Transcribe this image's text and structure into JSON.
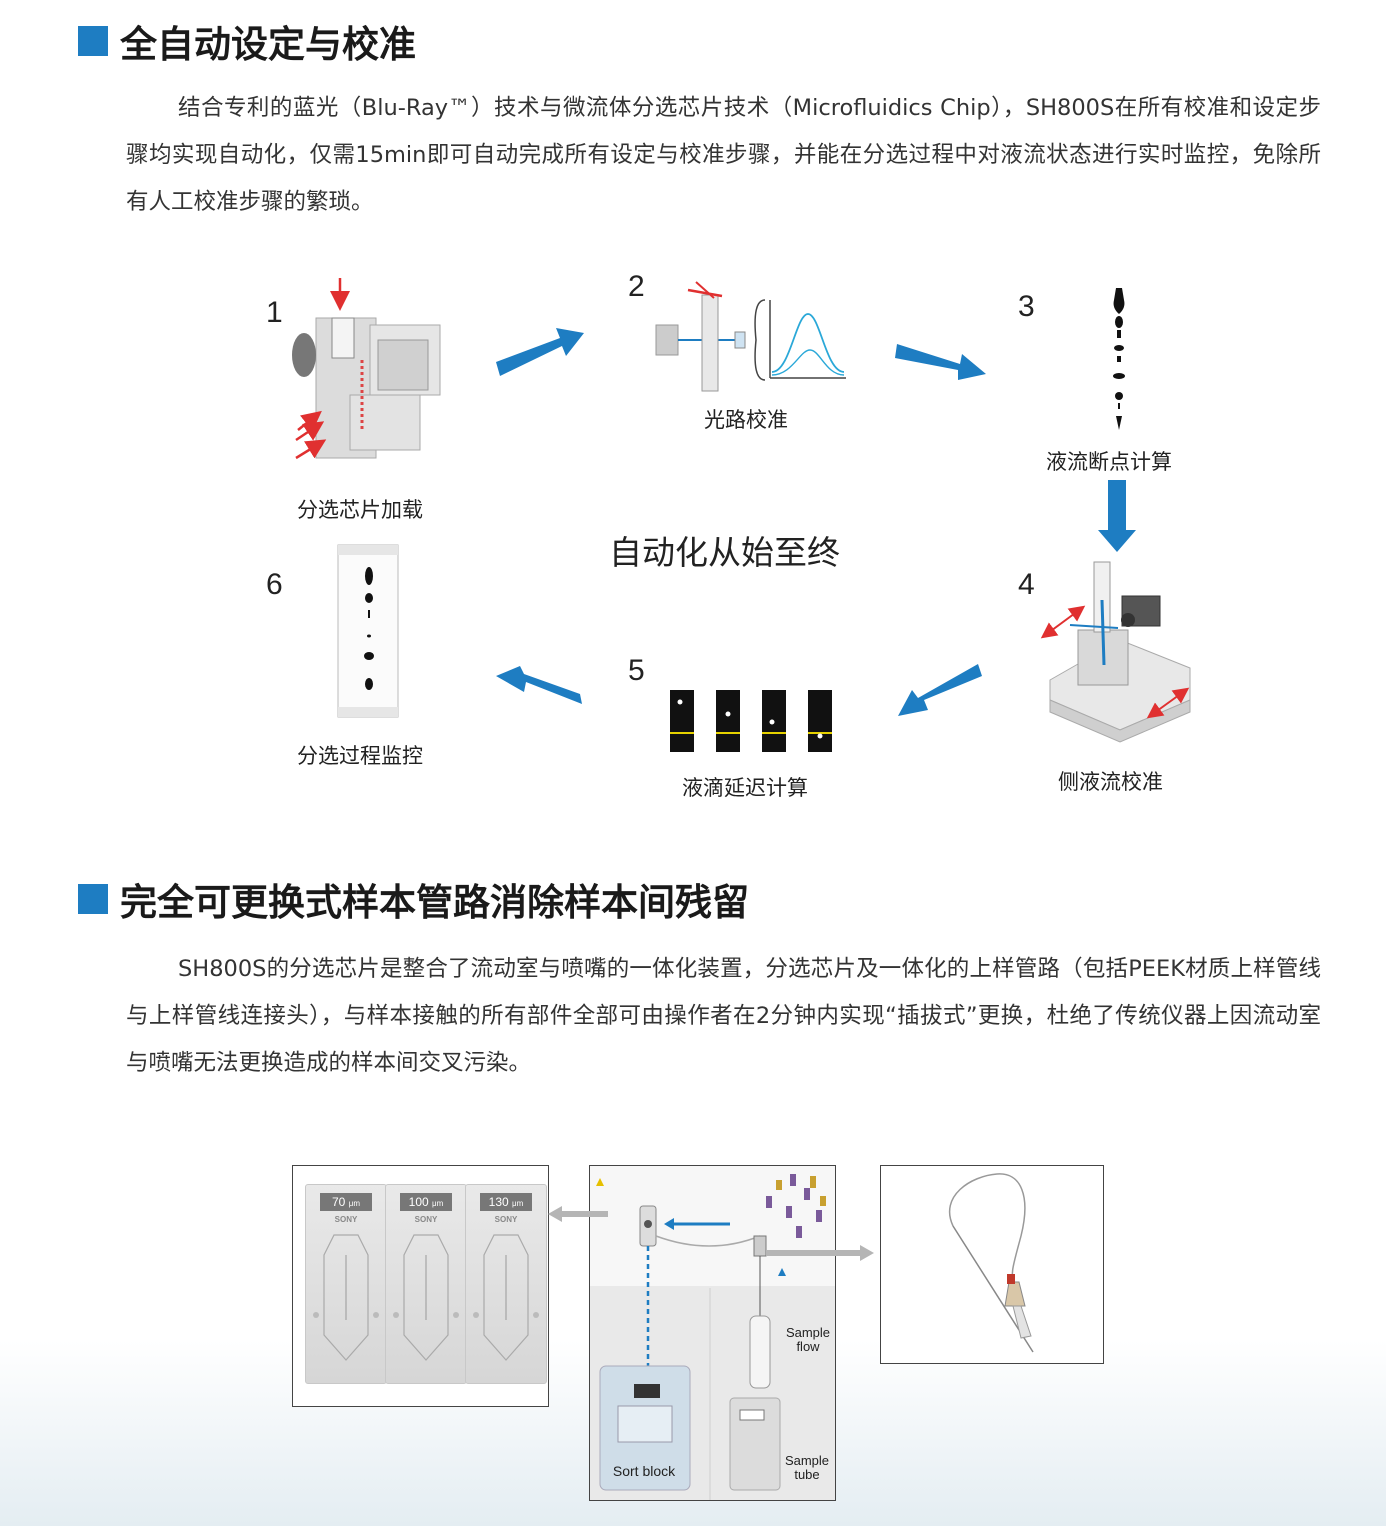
{
  "section1": {
    "title": "全自动设定与校准",
    "paragraph": "结合专利的蓝光（Blu-Ray™）技术与微流体分选芯片技术（Microfluidics Chip），SH800S在所有校准和设定步骤均实现自动化，仅需15min即可自动完成所有设定与校准步骤，并能在分选过程中对液流状态进行实时监控，免除所有人工校准步骤的繁琐。"
  },
  "cycle": {
    "center": "自动化从始至终",
    "steps": [
      {
        "num": "1",
        "label": "分选芯片加载"
      },
      {
        "num": "2",
        "label": "光路校准"
      },
      {
        "num": "3",
        "label": "液流断点计算"
      },
      {
        "num": "4",
        "label": "侧液流校准"
      },
      {
        "num": "5",
        "label": "液滴延迟计算"
      },
      {
        "num": "6",
        "label": "分选过程监控"
      }
    ],
    "colors": {
      "arrow": "#1e7dc2",
      "accent_red": "#e03030"
    }
  },
  "section2": {
    "title": "完全可更换式样本管路消除样本间残留",
    "paragraph": "SH800S的分选芯片是整合了流动室与喷嘴的一体化装置，分选芯片及一体化的上样管路（包括PEEK材质上样管线与上样管线连接头），与样本接触的所有部件全部可由操作者在2分钟内实现“插拔式”更换，杜绝了传统仪器上因流动室与喷嘴无法更换造成的样本间交叉污染。"
  },
  "figure2": {
    "chips": [
      {
        "size": "70",
        "unit": "μm",
        "brand": "SONY"
      },
      {
        "size": "100",
        "unit": "μm",
        "brand": "SONY"
      },
      {
        "size": "130",
        "unit": "μm",
        "brand": "SONY"
      }
    ],
    "device_labels": {
      "sample_flow": "Sample flow",
      "sample_tube": "Sample tube",
      "sort_block": "Sort block"
    }
  }
}
